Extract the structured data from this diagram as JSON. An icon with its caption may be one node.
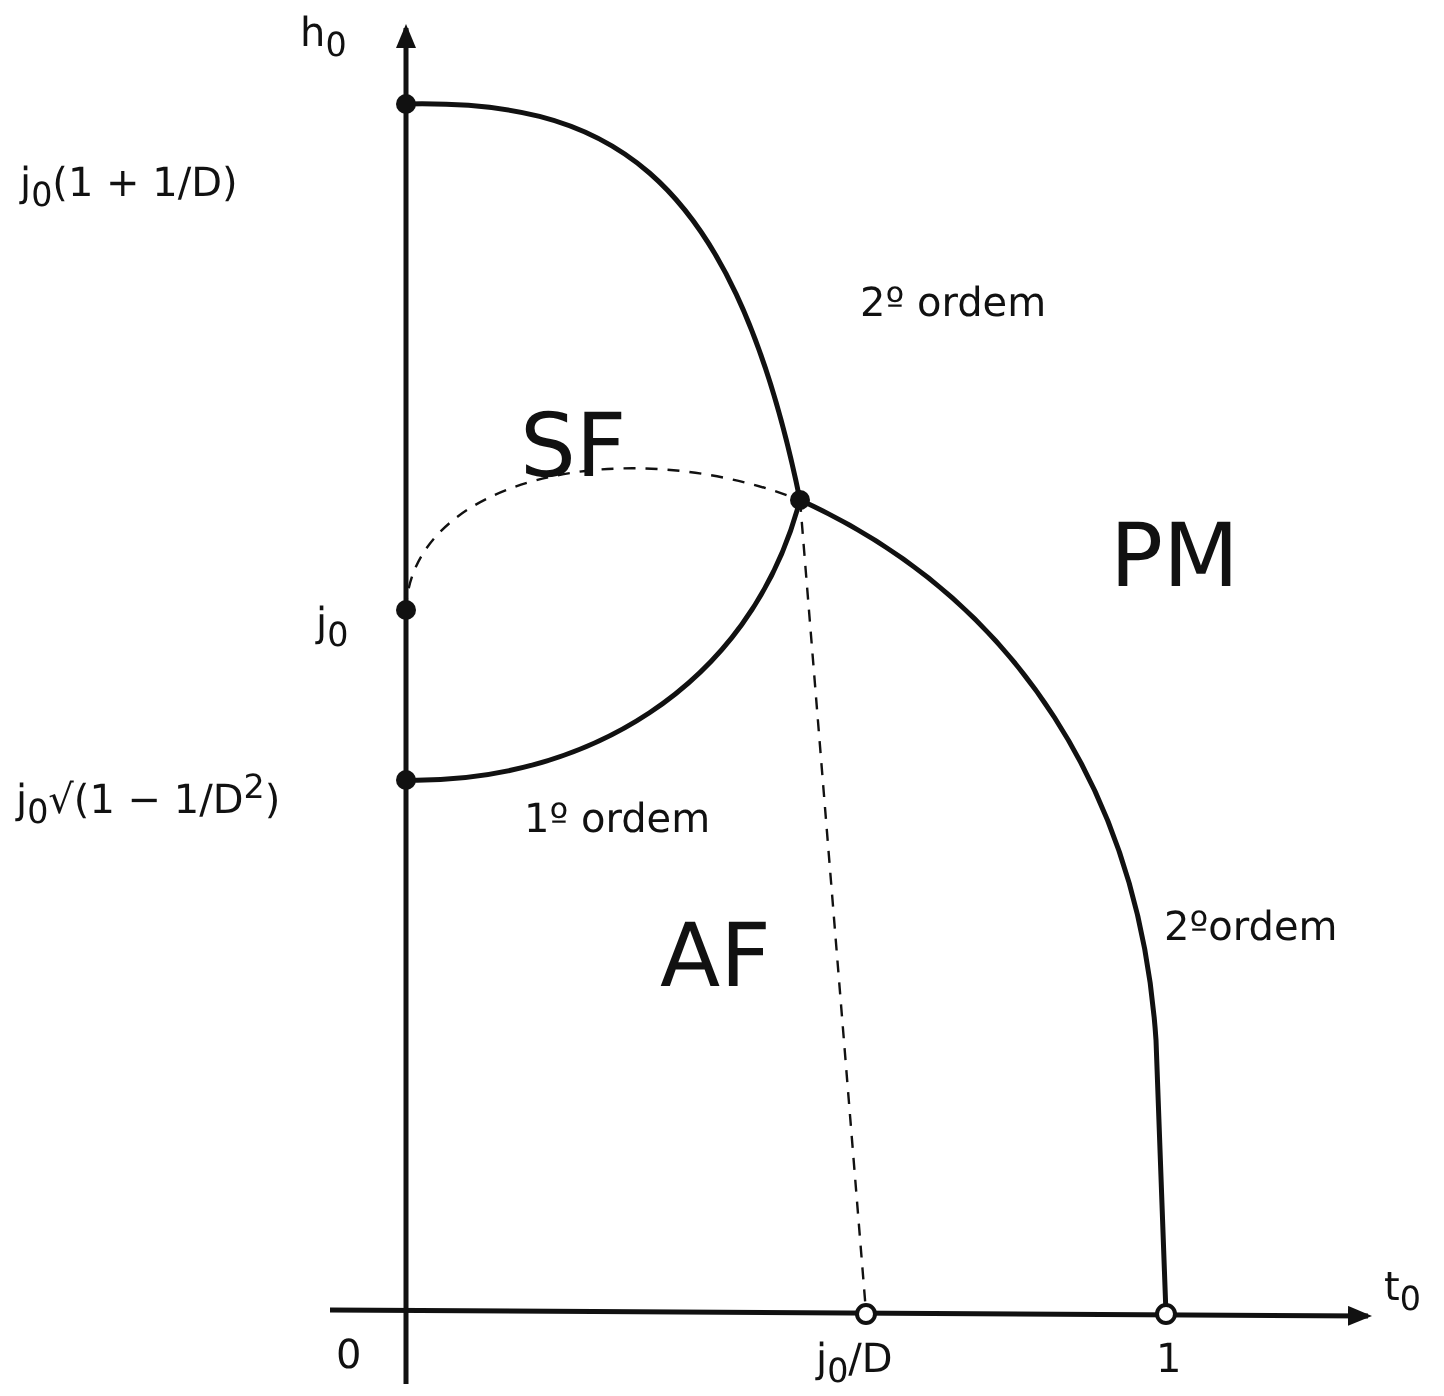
{
  "diagram": {
    "labels": [
      "h$_{0}$",
      "j$_{0}$(1 + 1/D)",
      "2º ordem",
      "SF",
      "PM",
      "j$_{0}$",
      "j$_{0}$√(1 − 1/D$^{2}$)",
      "1º ordem",
      "2ºordem",
      "AF",
      "0",
      "j$_{0}$/D",
      "1",
      "t$_{0}$"
    ]
  }
}
